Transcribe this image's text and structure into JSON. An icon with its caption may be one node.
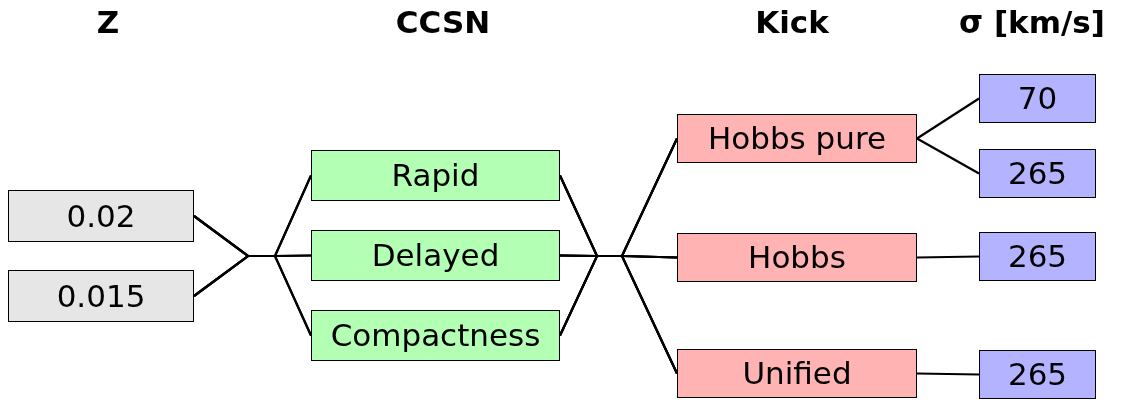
{
  "diagram": {
    "nodes": [
      {
        "text": [
          "0.02"
        ]
      },
      {
        "text": [
          "0.015"
        ]
      },
      {
        "text": [
          "Rapid"
        ]
      },
      {
        "text": [
          "Delayed"
        ]
      },
      {
        "text": [
          "Compactness"
        ]
      },
      {
        "text": [
          "Hobbs pure"
        ]
      },
      {
        "text": [
          "Hobbs"
        ]
      },
      {
        "text": [
          "Unified"
        ]
      },
      {
        "text": [
          "70"
        ]
      },
      {
        "text": [
          "265"
        ]
      },
      {
        "text": [
          "265"
        ]
      },
      {
        "text": [
          "265"
        ]
      }
    ],
    "edges": [
      {
        "from": 0,
        "to": 2,
        "arrow": "none"
      },
      {
        "from": 0,
        "to": 3,
        "arrow": "none"
      },
      {
        "from": 0,
        "to": 4,
        "arrow": "none"
      },
      {
        "from": 1,
        "to": 2,
        "arrow": "none"
      },
      {
        "from": 1,
        "to": 3,
        "arrow": "none"
      },
      {
        "from": 1,
        "to": 4,
        "arrow": "none"
      },
      {
        "from": 2,
        "to": 5,
        "arrow": "none"
      },
      {
        "from": 2,
        "to": 6,
        "arrow": "none"
      },
      {
        "from": 2,
        "to": 7,
        "arrow": "none"
      },
      {
        "from": 3,
        "to": 5,
        "arrow": "none"
      },
      {
        "from": 3,
        "to": 6,
        "arrow": "none"
      },
      {
        "from": 3,
        "to": 7,
        "arrow": "none"
      },
      {
        "from": 4,
        "to": 5,
        "arrow": "none"
      },
      {
        "from": 4,
        "to": 6,
        "arrow": "none"
      },
      {
        "from": 4,
        "to": 7,
        "arrow": "none"
      },
      {
        "from": 5,
        "to": 8,
        "arrow": "none"
      },
      {
        "from": 5,
        "to": 9,
        "arrow": "none"
      },
      {
        "from": 6,
        "to": 10,
        "arrow": "none"
      },
      {
        "from": 7,
        "to": 11,
        "arrow": "none"
      }
    ],
    "labels": [
      "Z",
      "CCSN",
      "Kick",
      "σ [km/s]"
    ]
  }
}
